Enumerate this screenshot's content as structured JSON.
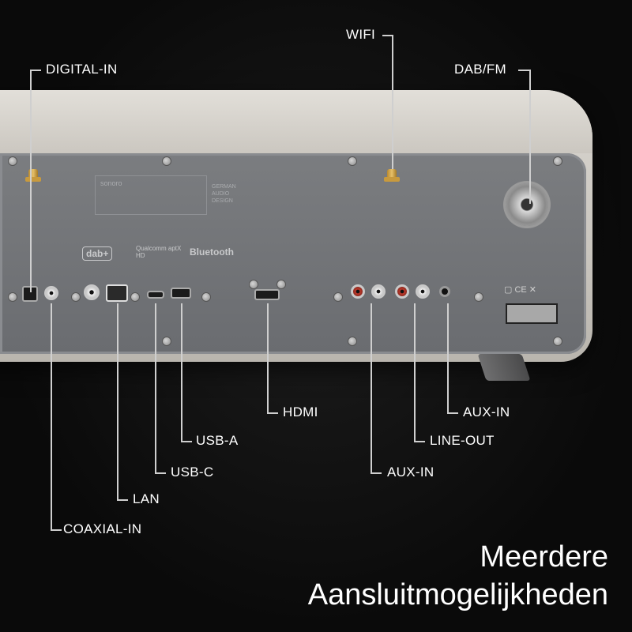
{
  "callouts": {
    "wifi": "WIFI",
    "digital_in": "DIGITAL-IN",
    "dab_fm": "DAB/FM",
    "hdmi": "HDMI",
    "aux_in_right": "AUX-IN",
    "usb_a": "USB-A",
    "line_out": "LINE-OUT",
    "usb_c": "USB-C",
    "aux_in": "AUX-IN",
    "lan": "LAN",
    "coaxial_in": "COAXIAL-IN"
  },
  "device_text": {
    "brand": "sonoro",
    "design": "GERMAN AUDIO DESIGN",
    "dab_logo": "dab+",
    "qualcomm": "Qualcomm aptX HD",
    "bluetooth": "Bluetooth"
  },
  "headline": {
    "line1": "Meerdere",
    "line2": "Aansluitmogelijkheden"
  },
  "colors": {
    "background": "#0b0b0b",
    "callout_line": "#cfcfcf",
    "device_shell": "#d9d6d0",
    "rear_panel": "#6f7175"
  }
}
